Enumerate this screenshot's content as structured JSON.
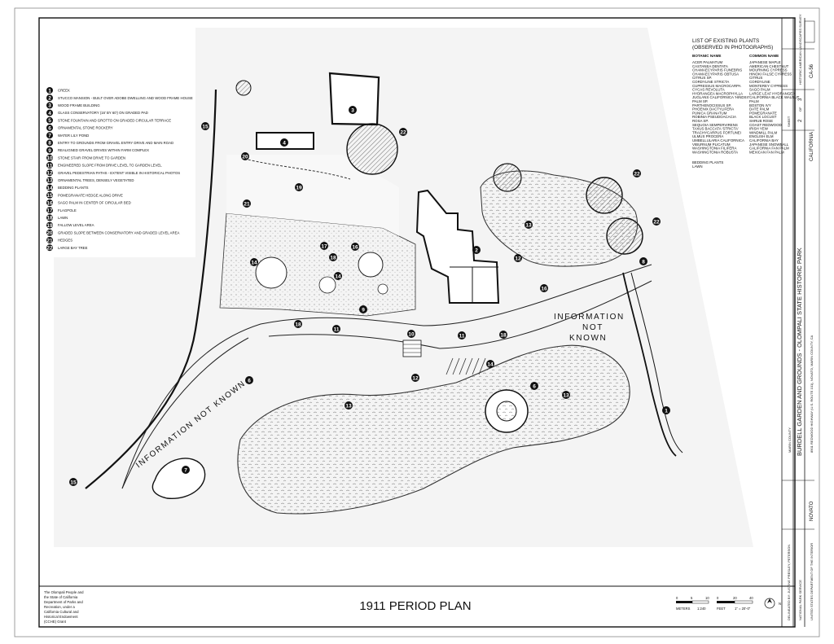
{
  "legend": [
    {
      "num": "1",
      "label": "CREEK"
    },
    {
      "num": "2",
      "label": "STUCCO MANSION - BUILT OVER ADOBE DWELLING AND WOOD FRAME HOUSE"
    },
    {
      "num": "3",
      "label": "WOOD FRAME BUILDING"
    },
    {
      "num": "4",
      "label": "GLASS CONSERVATORY (16' BY 60') ON GRADED PAD"
    },
    {
      "num": "5",
      "label": "STONE FOUNTAIN AND GROTTO ON GRADED CIRCULAR TERRACE"
    },
    {
      "num": "6",
      "label": "ORNAMENTAL STONE ROCKERY"
    },
    {
      "num": "7",
      "label": "WATER LILY POND"
    },
    {
      "num": "8",
      "label": "ENTRY TO GROUNDS FROM GRAVEL ENTRY DRIVE AND MAIN ROAD"
    },
    {
      "num": "9",
      "label": "REALIGNED GRAVEL DRIVES WITHIN FARM COMPLEX"
    },
    {
      "num": "10",
      "label": "STONE STAIR FROM DRIVE TO GARDEN"
    },
    {
      "num": "11",
      "label": "ENGINEERED SLOPE FROM DRIVE LEVEL TO GARDEN LEVEL"
    },
    {
      "num": "12",
      "label": "GRAVEL PEDESTRIAN PATHS - EXTENT VISIBLE IN HISTORICAL PHOTOS"
    },
    {
      "num": "13",
      "label": "ORNAMENTAL TREES, DENSELY VEGETATED"
    },
    {
      "num": "14",
      "label": "BEDDING PLANTS"
    },
    {
      "num": "15",
      "label": "POMEGRANATE HEDGE ALONG DRIVE"
    },
    {
      "num": "16",
      "label": "SAGO PALM IN CENTER OF CIRCULAR BED"
    },
    {
      "num": "17",
      "label": "FLAGPOLE"
    },
    {
      "num": "18",
      "label": "LAWN"
    },
    {
      "num": "19",
      "label": "FALLOW LEVEL AREA"
    },
    {
      "num": "20",
      "label": "GRADED SLOPE BETWEEN CONSERVATORY AND GRADED LEVEL AREA"
    },
    {
      "num": "21",
      "label": "HEDGES"
    },
    {
      "num": "22",
      "label": "LARGE BAY TREE"
    }
  ],
  "plant_list": {
    "title_line1": "LIST OF EXISTING PLANTS",
    "title_line2": "(OBSERVED IN PHOTOGRAPHS)",
    "col_botanic": "BOTANIC NAME",
    "col_common": "COMMON NAME",
    "rows": [
      [
        "ACER PALMATUM",
        "JAPANESE MAPLE"
      ],
      [
        "CASTANEA DENTATA",
        "AMERICAN CHESTNUT"
      ],
      [
        "CHAMAECYPARIS FUNEBRIS",
        "MOURNING CYPRESS"
      ],
      [
        "CHAMAECYPARIS OBTUSA",
        "HINOKI FALSE CYPRESS"
      ],
      [
        "CITRUS SP.",
        "CITRUS"
      ],
      [
        "CORDYLINE STRICTA",
        "CORDYLINE"
      ],
      [
        "CUPRESSUS MACROCARPA",
        "MONTEREY CYPRESS"
      ],
      [
        "CYCAS REVOLUTA",
        "SAGO PALM"
      ],
      [
        "HYDRANGEA MACROPHYLLA",
        "LARGE LEAF HYDRANGEA"
      ],
      [
        "JUGLANS CALIFORNICA 'HINDSII'",
        "CALIFORNIA BLACK WALNUT"
      ],
      [
        "PALM SP.",
        "PALM"
      ],
      [
        "PARTHENOCISSUS SP.",
        "BOSTON IVY"
      ],
      [
        "PHOENIX DACTYLIFERA",
        "DATE PALM"
      ],
      [
        "PUNICA GRANATUM",
        "POMEGRANATE"
      ],
      [
        "ROBINIA PSEUDOACACIA",
        "BLACK LOCUST"
      ],
      [
        "ROSA SP.",
        "SHRUB ROSE"
      ],
      [
        "SEQUOIA SEMPERVIRENS",
        "COAST REDWOOD"
      ],
      [
        "TAXUS BACCATA 'STRICTA'",
        "IRISH YEW"
      ],
      [
        "TRACHYCARPUS FORTUNEI",
        "WINDMILL PALM"
      ],
      [
        "ULMUS PROCERA",
        "ENGLISH ELM"
      ],
      [
        "UMBELLULARIA CALIFORNICA",
        "CALIFORNIA BAY"
      ],
      [
        "VIBURNUM PLICATUM",
        "JAPANESE SNOWBALL"
      ],
      [
        "WASHINGTONIA FILIFERA",
        "CALIFORNIA FAN PALM"
      ],
      [
        "WASHINGTONIA ROBUSTA",
        "MEXICAN FAN PALM"
      ]
    ],
    "extra1": "BEDDING PLANTS",
    "extra2": "LAWN"
  },
  "map_labels": {
    "info_right_1": "INFORMATION",
    "info_right_2": "NOT",
    "info_right_3": "KNOWN",
    "info_left": "INFORMATION NOT KNOWN"
  },
  "title": "1911 PERIOD PLAN",
  "credit": {
    "line1": "The Olompali People and",
    "line2": "the State of California",
    "line3": "Department of Parks and",
    "line4": "Recreation, under a",
    "line5": "California Cultural and",
    "line6": "Historical Endowment",
    "line7": "(CCHE) Grant"
  },
  "scale": {
    "meters": "METERS",
    "ratio": "1:240",
    "feet": "FEET",
    "imperial": "1\" = 20'-0\"",
    "m0": "0",
    "m5": "5",
    "m10": "10",
    "f0": "0",
    "f20": "20",
    "f40": "40",
    "north": "N"
  },
  "title_block": {
    "project": "BURDELL GARDEN AND GROUNDS - OLOMPALI STATE HISTORIC PARK",
    "address": "8901 REDWOOD HIGHWAY (U.S. ROUTE 101), NOVATO, MARIN COUNTY, CA",
    "city": "NOVATO",
    "state": "CALIFORNIA",
    "county": "MARIN COUNTY",
    "sheet_label": "SHEET",
    "sheet_num": "2",
    "sheet_of": "OF",
    "sheet_total": "3",
    "survey": "HISTORIC AMERICAN LANDSCAPES SURVEY",
    "survey_id": "CA-56",
    "delineator": "DELINEATED BY: JUSTINE PRESLEY, PETERSON",
    "agency1": "NATIONAL PARK SERVICE",
    "agency2": "UNITED STATES DEPARTMENT OF THE INTERIOR"
  }
}
